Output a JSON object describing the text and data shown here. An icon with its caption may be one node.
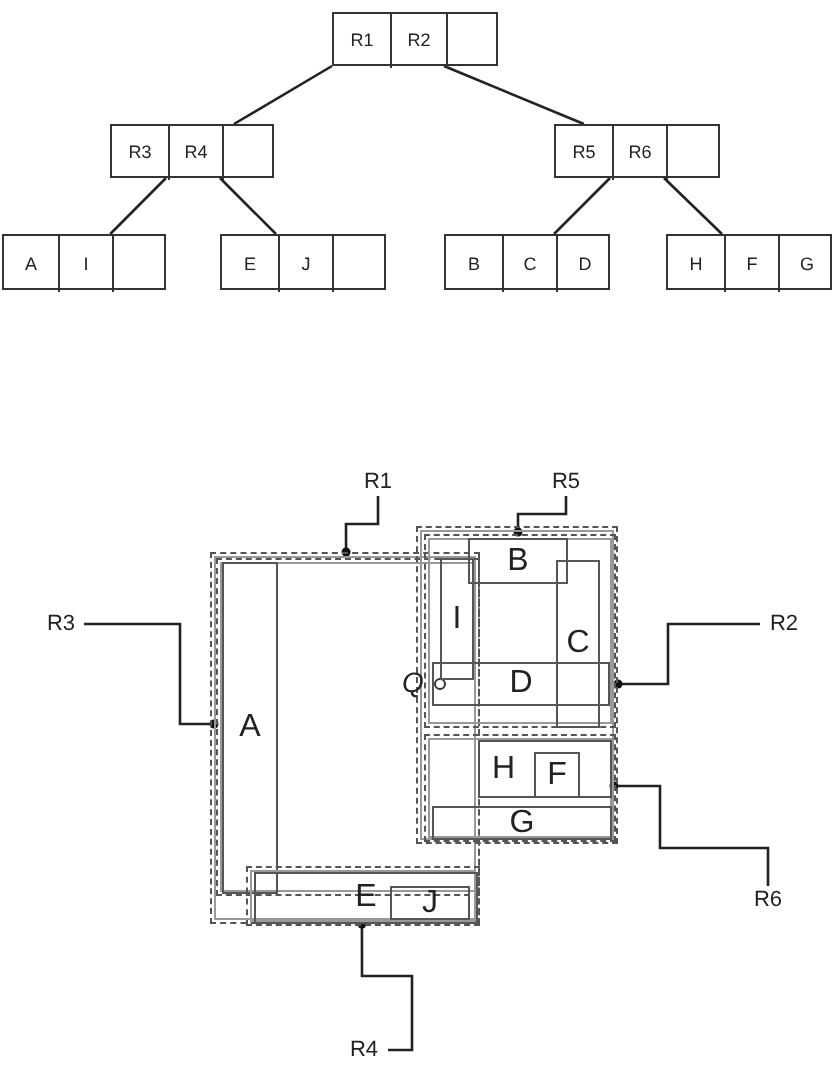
{
  "diagram": {
    "nodes": [
      {
        "text": [],
        "shape": "box"
      },
      {
        "text": [
          "R1"
        ],
        "in": 0
      },
      {
        "text": [
          "R2"
        ],
        "in": 0
      },
      {
        "text": [],
        "shape": "box",
        "in": 0
      },
      {
        "text": [],
        "shape": "box"
      },
      {
        "text": [
          "R3"
        ],
        "in": 4
      },
      {
        "text": [
          "R4"
        ],
        "in": 4
      },
      {
        "text": [],
        "shape": "box",
        "in": 4
      },
      {
        "text": [],
        "shape": "box"
      },
      {
        "text": [
          "R5"
        ],
        "in": 8
      },
      {
        "text": [
          "R6"
        ],
        "in": 8
      },
      {
        "text": [],
        "shape": "box",
        "in": 8
      },
      {
        "text": [],
        "shape": "box"
      },
      {
        "text": [
          "A"
        ],
        "in": 12
      },
      {
        "text": [
          "I"
        ],
        "in": 12
      },
      {
        "text": [],
        "shape": "box",
        "in": 12
      },
      {
        "text": [],
        "shape": "box"
      },
      {
        "text": [
          "E"
        ],
        "in": 16
      },
      {
        "text": [
          "J"
        ],
        "in": 16
      },
      {
        "text": [],
        "shape": "box",
        "in": 16
      },
      {
        "text": [],
        "shape": "box"
      },
      {
        "text": [
          "B"
        ],
        "in": 20
      },
      {
        "text": [
          "C"
        ],
        "in": 20
      },
      {
        "text": [
          "D"
        ],
        "in": 20
      },
      {
        "text": [],
        "shape": "box"
      },
      {
        "text": [
          "H"
        ],
        "in": 24
      },
      {
        "text": [
          "F"
        ],
        "in": 24
      },
      {
        "text": [
          "G"
        ],
        "in": 24
      },
      {
        "text": [
          "R1"
        ]
      },
      {
        "text": [
          "R5"
        ]
      },
      {
        "text": [
          "R3"
        ]
      },
      {
        "text": [
          "R2"
        ]
      },
      {
        "text": [
          "R6"
        ]
      },
      {
        "text": [
          "R4"
        ]
      },
      {
        "text": [],
        "shape": "box"
      },
      {
        "text": [],
        "shape": "box"
      },
      {
        "text": [],
        "shape": "box",
        "in": 34
      },
      {
        "text": [],
        "shape": "box",
        "in": 34
      },
      {
        "text": [],
        "shape": "box",
        "in": 35
      },
      {
        "text": [],
        "shape": "box",
        "in": 35
      },
      {
        "text": [
          "A"
        ],
        "in": 36
      },
      {
        "text": [
          "B"
        ],
        "in": 38
      },
      {
        "text": [
          "I"
        ]
      },
      {
        "text": [
          "C"
        ],
        "in": 38
      },
      {
        "text": [
          "D"
        ],
        "in": 38
      },
      {
        "text": [
          "H"
        ],
        "in": 39
      },
      {
        "text": [
          "F"
        ],
        "in": 45
      },
      {
        "text": [
          "G"
        ],
        "in": 39
      },
      {
        "text": [
          "E"
        ],
        "in": 37
      },
      {
        "text": [
          "J"
        ],
        "in": 48
      }
    ],
    "edges": [
      {
        "from": 1,
        "to": 4,
        "arrow": "none"
      },
      {
        "from": 2,
        "to": 8,
        "arrow": "none"
      },
      {
        "from": 5,
        "to": 12,
        "arrow": "none"
      },
      {
        "from": 6,
        "to": 16,
        "arrow": "none"
      },
      {
        "from": 9,
        "to": 20,
        "arrow": "none"
      },
      {
        "from": 10,
        "to": 24,
        "arrow": "none"
      },
      {
        "from": 28,
        "to": 34,
        "arrow": "other"
      },
      {
        "from": 29,
        "to": 38,
        "arrow": "other"
      },
      {
        "from": 30,
        "to": 36,
        "arrow": "other"
      },
      {
        "from": 31,
        "to": 35,
        "arrow": "other"
      },
      {
        "from": 32,
        "to": 39,
        "arrow": "other"
      },
      {
        "from": 33,
        "to": 37,
        "arrow": "other"
      }
    ],
    "labels": [
      "Q"
    ]
  }
}
